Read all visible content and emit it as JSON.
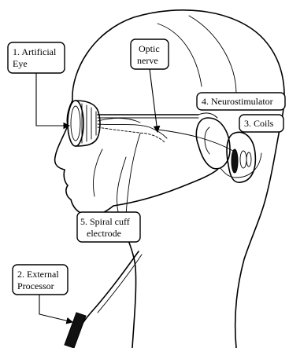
{
  "labels": {
    "artificial_eye_line1": "1. Artificial",
    "artificial_eye_line2": "Eye",
    "optic_nerve_line1": "Optic",
    "optic_nerve_line2": "nerve",
    "neurostimulator": "4. Neurostimulator",
    "coils": "3. Coils",
    "spiral_cuff_line1": "5. Spiral cuff",
    "spiral_cuff_line2": "electrode",
    "external_processor_line1": "2. External",
    "external_processor_line2": "Processor"
  }
}
